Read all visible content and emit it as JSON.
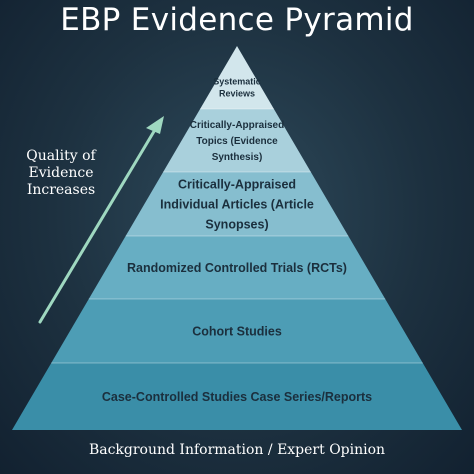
{
  "title": "EBP Evidence Pyramid",
  "quality_label": [
    "Quality of",
    "Evidence",
    "Increases"
  ],
  "footer": "Background Information / Expert Opinion",
  "levels": [
    {
      "lines": [
        "Systematic",
        "Reviews"
      ],
      "color": "#d2e6ec"
    },
    {
      "lines": [
        "Critically-Appraised",
        "Topics (Evidence",
        "Synthesis)"
      ],
      "color": "#a9d0dc"
    },
    {
      "lines": [
        "Critically-Appraised",
        "Individual Articles (Article",
        "Synopses)"
      ],
      "color": "#86becf"
    },
    {
      "lines": [
        "Randomized Controlled Trials (RCTs)"
      ],
      "color": "#67aec3"
    },
    {
      "lines": [
        "Cohort Studies"
      ],
      "color": "#4d9db5"
    },
    {
      "lines": [
        "Case-Controlled Studies Case Series/Reports"
      ],
      "color": "#3a8ea8"
    }
  ],
  "arrow_color": "#9fd8c0"
}
